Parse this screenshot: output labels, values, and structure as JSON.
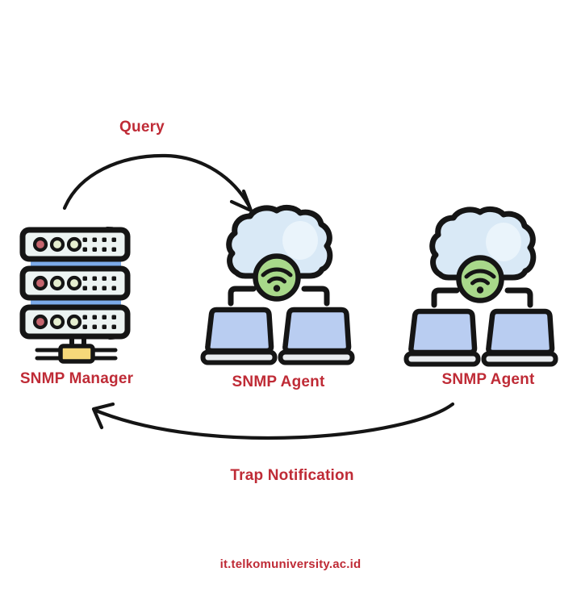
{
  "page": {
    "background": "#ffffff"
  },
  "arrows": {
    "query_label": "Query",
    "trap_label": "Trap Notification"
  },
  "nodes": [
    {
      "id": "snmp-manager",
      "label": "SNMP Manager",
      "icon": "server-stack-icon"
    },
    {
      "id": "snmp-agent-1",
      "label": "SNMP Agent",
      "icon": "cloud-wifi-laptops-icon"
    },
    {
      "id": "snmp-agent-2",
      "label": "SNMP Agent",
      "icon": "cloud-wifi-laptops-icon"
    }
  ],
  "footer": {
    "site_label": "it.telkomuniversity.ac.id"
  },
  "colors": {
    "page-bg": "#ffffff",
    "accent-red": "#bf2b36",
    "outline": "#151515",
    "server-panel": "#ecf3f2",
    "server-blue": "#7caae9",
    "led-red": "#c5656e",
    "led-green": "#e5eecf",
    "hub-yellow": "#f6d87a",
    "cloud-blue": "#d9e9f6",
    "cloud-highlight": "#eaf4fb",
    "wifi-green": "#a8d88a",
    "laptop-screen": "#b9cdf1",
    "laptop-base": "#e9ecef"
  }
}
